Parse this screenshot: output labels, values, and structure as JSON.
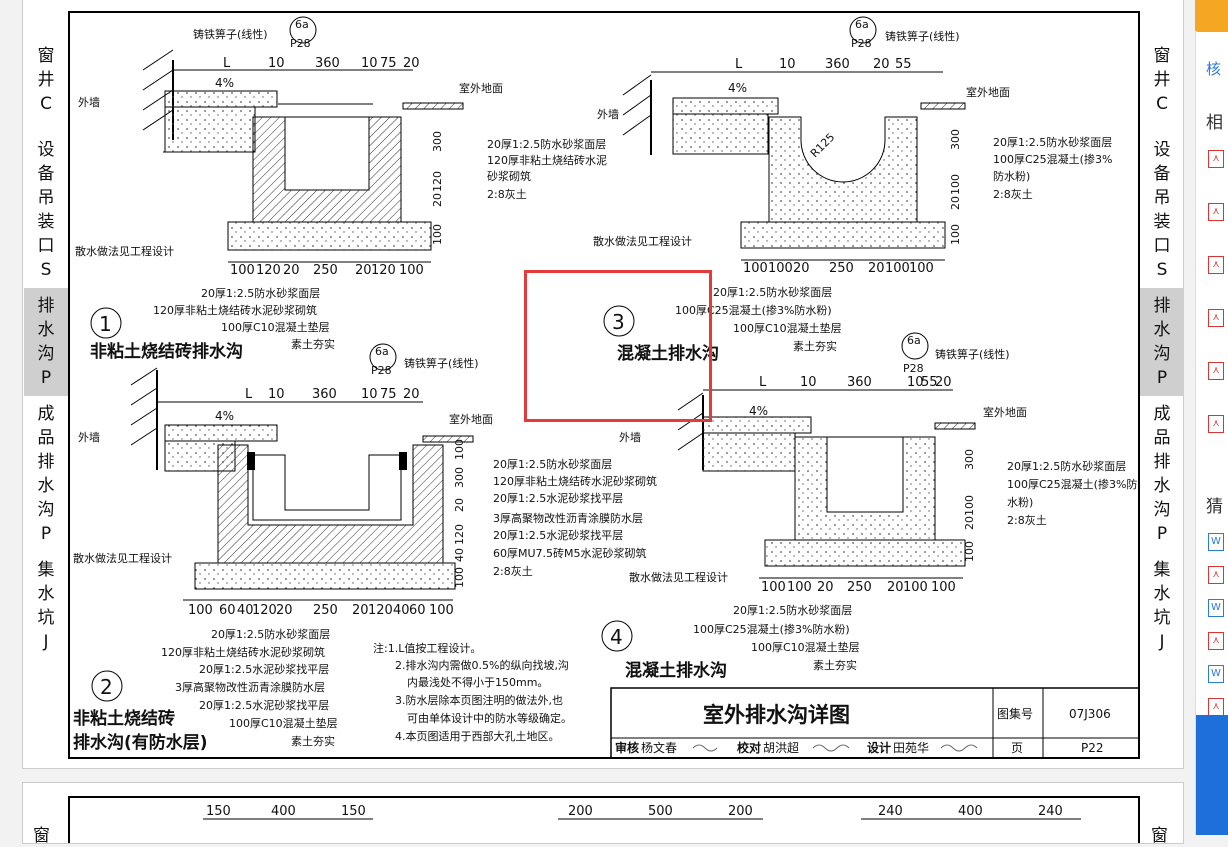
{
  "sidebar_left": [
    {
      "chars": [
        "窗",
        "井",
        "C"
      ]
    },
    {
      "chars": [
        "设",
        "备",
        "吊",
        "装",
        "口",
        "S"
      ]
    },
    {
      "chars": [
        "排",
        "水",
        "沟",
        "P"
      ],
      "active": true
    },
    {
      "chars": [
        "成",
        "品",
        "排",
        "水",
        "沟",
        "P"
      ]
    },
    {
      "chars": [
        "集",
        "水",
        "坑",
        "J"
      ]
    }
  ],
  "sidebar_right": [
    {
      "chars": [
        "窗",
        "井",
        "C"
      ]
    },
    {
      "chars": [
        "设",
        "备",
        "吊",
        "装",
        "口",
        "S"
      ]
    },
    {
      "chars": [
        "排",
        "水",
        "沟",
        "P"
      ],
      "active": true
    },
    {
      "chars": [
        "成",
        "品",
        "排",
        "水",
        "沟",
        "P"
      ]
    },
    {
      "chars": [
        "集",
        "水",
        "坑",
        "J"
      ]
    }
  ],
  "right_panel": {
    "tab": "核",
    "related": "相",
    "guess": "猜"
  },
  "drawing": {
    "grate_label": "铸铁箅子(线性)",
    "ref_num": "6a",
    "ref_page": "P28",
    "outdoor_ground": "室外地面",
    "outer_wall": "外墙",
    "apron_note": "散水做法见工程设计",
    "slope": "4%",
    "L": "L",
    "d1": {
      "top": [
        "10",
        "360",
        "10",
        "75",
        "20"
      ],
      "bottom": [
        "100",
        "120",
        "20",
        "250",
        "20",
        "120",
        "100"
      ],
      "vert": [
        "300",
        "120",
        "20",
        "100"
      ],
      "notes_right": [
        "20厚1:2.5防水砂浆面层",
        "120厚非粘土烧结砖水泥",
        "砂浆砌筑",
        "2:8灰土"
      ],
      "notes_below": [
        "20厚1:2.5防水砂浆面层",
        "120厚非粘土烧结砖水泥砂浆砌筑",
        "100厚C10混凝土垫层",
        "素土夯实"
      ],
      "num": "1",
      "title": "非粘土烧结砖排水沟"
    },
    "d2": {
      "top": [
        "10",
        "360",
        "10",
        "75",
        "20"
      ],
      "bottom": [
        "100",
        "60",
        "40",
        "120",
        "20",
        "250",
        "20",
        "120",
        "40",
        "60",
        "100"
      ],
      "vert": [
        "300",
        "100",
        "20",
        "120",
        "40",
        "100"
      ],
      "notes_right": [
        "20厚1:2.5防水砂浆面层",
        "120厚非粘土烧结砖水泥砂浆砌筑",
        "20厚1:2.5水泥砂浆找平层",
        "3厚高聚物改性沥青涂膜防水层",
        "20厚1:2.5水泥砂浆找平层",
        "60厚MU7.5砖M5水泥砂浆砌筑",
        "2:8灰土"
      ],
      "notes_below": [
        "20厚1:2.5防水砂浆面层",
        "120厚非粘土烧结砖水泥砂浆砌筑",
        "20厚1:2.5水泥砂浆找平层",
        "3厚高聚物改性沥青涂膜防水层",
        "20厚1:2.5水泥砂浆找平层",
        "100厚C10混凝土垫层",
        "素土夯实"
      ],
      "num": "2",
      "title1": "非粘土烧结砖",
      "title2": "排水沟(有防水层)"
    },
    "d3": {
      "top": [
        "10",
        "360",
        "20",
        "55"
      ],
      "bottom": [
        "100",
        "100",
        "20",
        "250",
        "20",
        "100",
        "100"
      ],
      "vert": [
        "300",
        "100",
        "20",
        "100"
      ],
      "radius": "R125",
      "notes_right": [
        "20厚1:2.5防水砂浆面层",
        "100厚C25混凝土(掺3%",
        "防水粉)",
        "2:8灰土"
      ],
      "notes_below": [
        "20厚1:2.5防水砂浆面层",
        "100厚C25混凝土(掺3%防水粉)",
        "100厚C10混凝土垫层",
        "素土夯实"
      ],
      "num": "3",
      "title": "混凝土排水沟"
    },
    "d4": {
      "top": [
        "10",
        "360",
        "10",
        "55",
        "20"
      ],
      "bottom": [
        "100",
        "100",
        "20",
        "250",
        "20",
        "100",
        "100"
      ],
      "vert": [
        "300",
        "100",
        "20",
        "100"
      ],
      "notes_right": [
        "20厚1:2.5防水砂浆面层",
        "100厚C25混凝土(掺3%防",
        "水粉)",
        "2:8灰土"
      ],
      "notes_below": [
        "20厚1:2.5防水砂浆面层",
        "100厚C25混凝土(掺3%防水粉)",
        "100厚C10混凝土垫层",
        "素土夯实"
      ],
      "num": "4",
      "title": "混凝土排水沟"
    },
    "notes": [
      "注:1.L值按工程设计。",
      "2.排水沟内需做0.5%的纵向找坡,沟",
      "内最浅处不得小于150mm。",
      "3.防水层除本页图注明的做法外,也",
      "可由单体设计中的防水等级确定。",
      "4.本页图适用于西部大孔土地区。"
    ],
    "titleblock": {
      "title": "室外排水沟详图",
      "atlas_label": "图集号",
      "atlas_no": "07J306",
      "page_label": "页",
      "page_no": "P22",
      "row": [
        "审核",
        "杨文春",
        "校对",
        "胡洪超",
        "设计",
        "田苑华"
      ]
    }
  },
  "page2": {
    "dims": [
      "150",
      "400",
      "150",
      "200",
      "500",
      "200",
      "240",
      "400",
      "240"
    ],
    "side": "窗"
  }
}
